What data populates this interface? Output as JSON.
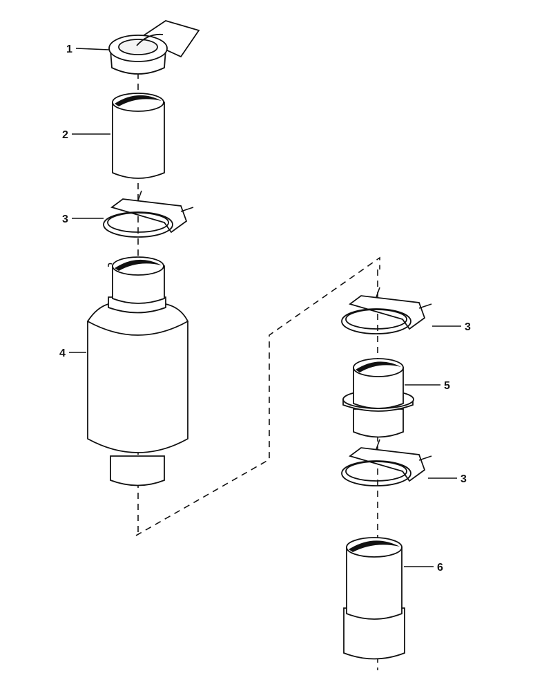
{
  "colors": {
    "ink": "#111111",
    "paper": "#ffffff",
    "tint": "#f4f4f4",
    "shade": "#c8c8c8"
  },
  "callouts": [
    {
      "label": "1",
      "part": "cap"
    },
    {
      "label": "2",
      "part": "tube-upper"
    },
    {
      "label": "3",
      "part": "clamp-upper"
    },
    {
      "label": "4",
      "part": "muffler"
    },
    {
      "label": "3",
      "part": "clamp-right-upper"
    },
    {
      "label": "5",
      "part": "adapter"
    },
    {
      "label": "3",
      "part": "clamp-right-lower"
    },
    {
      "label": "6",
      "part": "tailpipe"
    }
  ]
}
